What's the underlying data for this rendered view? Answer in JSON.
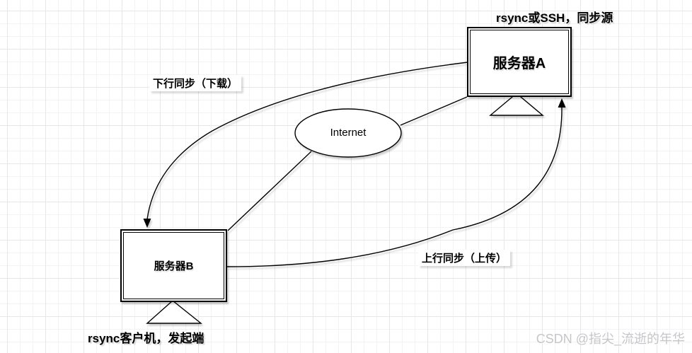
{
  "colors": {
    "background": "#ffffff",
    "grid_minor": "#f3f3f6",
    "grid_major": "#e7e7eb",
    "stroke": "#000000",
    "node_fill": "#ffffff",
    "watermark_text": "#c6c6ca"
  },
  "diagram": {
    "server_a": {
      "label": "服务器A",
      "caption": "rsync或SSH，同步源"
    },
    "server_b": {
      "label": "服务器B",
      "caption": "rsync客户机，发起端"
    },
    "internet": {
      "label": "Internet"
    },
    "edges": {
      "download": {
        "label": "下行同步（下载）"
      },
      "upload": {
        "label": "上行同步（上传）"
      }
    }
  },
  "watermark": {
    "text": "CSDN @指尖_流逝的年华"
  }
}
